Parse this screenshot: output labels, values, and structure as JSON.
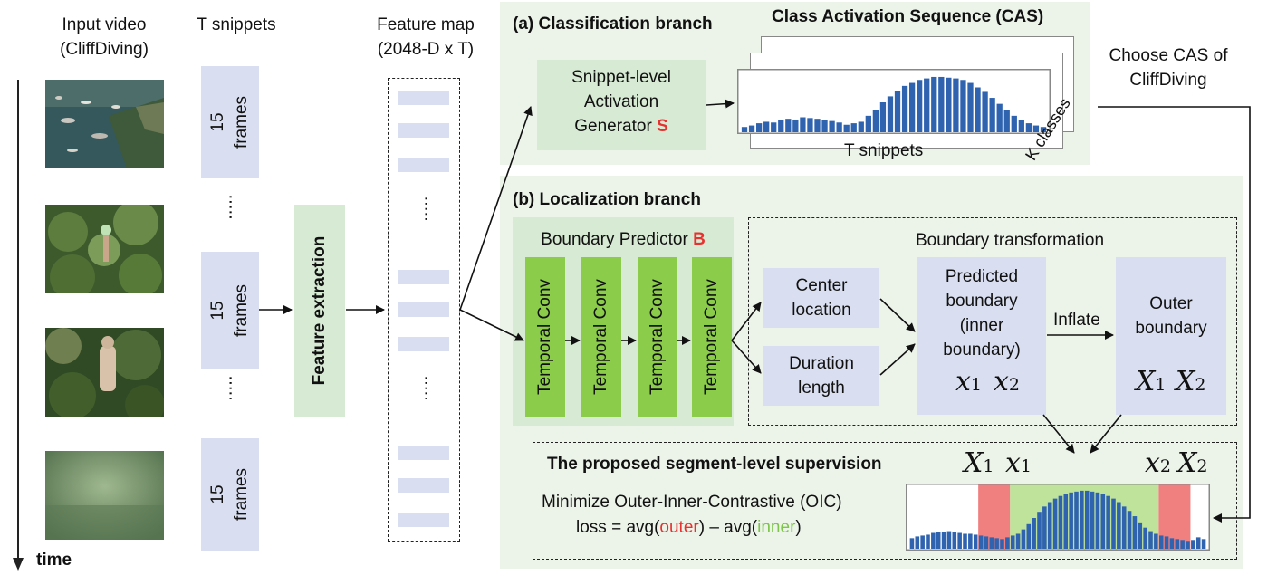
{
  "input_column": {
    "title_line1": "Input video",
    "title_line2": "(CliffDiving)",
    "time_label": "time"
  },
  "snippets_column": {
    "title": "T snippets",
    "snippet_number": "15",
    "snippet_unit": "frames",
    "ellipsis": "·····"
  },
  "feature_extraction": {
    "label": "Feature  extraction"
  },
  "feature_map": {
    "title_line1": "Feature map",
    "title_line2": "(2048-D x T)",
    "ellipsis": "·····"
  },
  "classification_branch": {
    "title": "(a) Classification branch",
    "generator_line1": "Snippet-level",
    "generator_line2": "Activation",
    "generator_line3": "Generator",
    "generator_symbol": "S",
    "cas_title": "Class Activation Sequence (CAS)",
    "t_snippets_label": "T snippets",
    "k_classes_label": "K classes"
  },
  "choose_cas": {
    "line1": "Choose CAS of",
    "line2": "CliffDiving"
  },
  "localization_branch": {
    "title": "(b) Localization branch",
    "predictor_title": "Boundary Predictor",
    "predictor_symbol": "B",
    "conv_label": "Temporal  Conv",
    "transform_title": "Boundary transformation",
    "center_line1": "Center",
    "center_line2": "location",
    "duration_line1": "Duration",
    "duration_line2": "length",
    "predicted_line1": "Predicted",
    "predicted_line2": "boundary",
    "predicted_line3": "(inner",
    "predicted_line4": "boundary)",
    "inflate_label": "Inflate",
    "outer_line1": "Outer",
    "outer_line2": "boundary",
    "x1": "x",
    "x2": "x",
    "X1": "X",
    "X2": "X",
    "sub1": "1",
    "sub2": "2"
  },
  "supervision": {
    "title": "The proposed segment-level supervision",
    "line1": "Minimize Outer-Inner-Contrastive (OIC)",
    "loss_prefix": "loss = avg(",
    "loss_outer": "outer",
    "loss_middle": ") – avg(",
    "loss_inner": "inner",
    "loss_suffix": ")"
  },
  "colors": {
    "snippet_blue": "#d9dff0",
    "feature_green": "#d7ead4",
    "conv_green": "#8ccc4b",
    "bar_blue": "#2f63b0",
    "symbol_red": "#e8312f",
    "outer_red": "#f08080",
    "inner_green": "#bfe39a",
    "inner_text_green": "#7ec64a"
  },
  "chart_data": [
    {
      "type": "bar",
      "description_ref": "CAS chart (front plane)",
      "values": [
        7,
        9,
        12,
        14,
        13,
        16,
        18,
        17,
        20,
        19,
        18,
        16,
        15,
        13,
        10,
        12,
        14,
        22,
        30,
        40,
        48,
        55,
        62,
        66,
        70,
        72,
        74,
        74,
        73,
        72,
        70,
        66,
        60,
        54,
        46,
        38,
        30,
        22,
        16,
        12,
        9,
        7
      ],
      "ylim": [
        0,
        80
      ]
    },
    {
      "type": "bar",
      "description_ref": "OIC chart",
      "values": [
        12,
        14,
        15,
        16,
        18,
        19,
        19,
        20,
        19,
        18,
        17,
        17,
        16,
        15,
        14,
        13,
        12,
        11,
        13,
        15,
        17,
        22,
        28,
        35,
        42,
        48,
        53,
        57,
        60,
        62,
        64,
        65,
        66,
        66,
        65,
        64,
        62,
        60,
        57,
        53,
        48,
        43,
        37,
        30,
        24,
        20,
        17,
        15,
        14,
        12,
        11,
        10,
        9,
        10,
        13,
        11
      ],
      "ylim": [
        0,
        70
      ],
      "outer_regions": [
        [
          13,
          19
        ],
        [
          47,
          53
        ]
      ],
      "inner_region": [
        19,
        47
      ]
    }
  ]
}
